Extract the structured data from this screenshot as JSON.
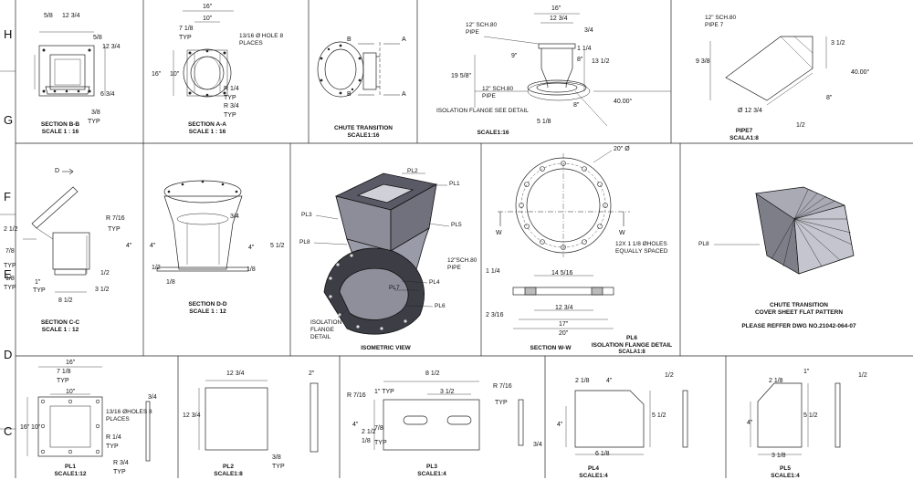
{
  "zones": [
    "H",
    "G",
    "F",
    "E",
    "D",
    "C"
  ],
  "views": {
    "section_bb": {
      "title": "SECTION B-B",
      "scale": "SCALE 1 : 16",
      "dims": [
        "5/8",
        "12 3/4",
        "5/8",
        "12 3/4",
        "6 3/4",
        "3/8",
        "TYP"
      ]
    },
    "section_aa": {
      "title": "SECTION A-A",
      "scale": "SCALE 1 : 16",
      "dims": [
        "16\"",
        "10\"",
        "7 1/8",
        "TYP",
        "16\"",
        "10\"",
        "R 1/4",
        "TYP",
        "R 3/4",
        "TYP"
      ],
      "note": "13/16 Ø HOLE 8 PLACES"
    },
    "chute_transition": {
      "title": "CHUTE TRANSITION",
      "scale": "SCALE1:16",
      "marks": [
        "B",
        "A",
        "B",
        "A"
      ]
    },
    "main_section": {
      "scale": "SCALE1:16",
      "dims": [
        "16\"",
        "12 3/4",
        "3/4",
        "9\"",
        "1 1/4",
        "8\"",
        "13 1/2",
        "19 5/8\"",
        "40.00°",
        "8\"",
        "5 1/8"
      ],
      "notes": [
        "12\" SCH.80 PIPE",
        "12\" SCH.80 PIPE",
        "ISOLATION FLANGE SEE DETAIL"
      ]
    },
    "pipe7": {
      "title": "PIPE7",
      "scale": "SCALA1:8",
      "dims": [
        "9 3/8",
        "3 1/2",
        "40.00°",
        "8\"",
        "Ø 12 3/4",
        "1/2"
      ],
      "note": "12\" SCH.80 PIPE 7"
    },
    "section_cc": {
      "title": "SECTION C-C",
      "scale": "SCALE 1 : 12",
      "dims": [
        "2 1/2",
        "7/8",
        "TYP",
        "R 7/16",
        "TYP",
        "4\"",
        "1\"",
        "TYP",
        "1/2",
        "8 1/2",
        "3 1/2",
        "1/8",
        "TYP"
      ],
      "marks": [
        "D"
      ]
    },
    "section_dd": {
      "title": "SECTION D-D",
      "scale": "SCALE 1 : 12",
      "dims": [
        "4\"",
        "3/4",
        "4\"",
        "5 1/2",
        "1/8",
        "1/2",
        "1/8"
      ]
    },
    "isometric": {
      "title": "ISOMETRIC VIEW",
      "parts": [
        "PL2",
        "PL1",
        "PL3",
        "PL5",
        "PL8",
        "12\"SCH.80 PIPE",
        "PL4",
        "PL7",
        "PL6"
      ],
      "note": "ISOLATION FLANGE DETAIL"
    },
    "pl6": {
      "title": "PL6",
      "subtitle": "ISOLATION FLANGE DETAIL",
      "scale": "SCALA1:8",
      "section": "SECTION W-W",
      "dims": [
        "20\" Ø",
        "1 1/4",
        "14 5/16",
        "2 3/16",
        "12 3/4",
        "17\"",
        "20\""
      ],
      "note": "12X 1 1/8 ØHOLES EQUALLY SPACED",
      "marks": [
        "W",
        "W"
      ]
    },
    "flat_pattern": {
      "title": "CHUTE TRANSITION",
      "subtitle": "COVER SHEET FLAT PATTERN",
      "label": "PL8",
      "ref": "PLEASE REFFER DWG NO.21042-064-07"
    },
    "pl1": {
      "title": "PL1",
      "scale": "SCALE1:12",
      "dims": [
        "16\"",
        "7 1/8",
        "TYP",
        "10\"",
        "16\"",
        "10\"",
        "3/4",
        "R 1/4",
        "TYP",
        "R 3/4",
        "TYP"
      ],
      "note": "13/16 ØHOLES 8 PLACES"
    },
    "pl2": {
      "title": "PL2",
      "scale": "SCALE1:8",
      "dims": [
        "12 3/4",
        "12 3/4",
        "2\"",
        "3/8",
        "TYP"
      ]
    },
    "pl3": {
      "title": "PL3",
      "scale": "SCALE1:4",
      "dims": [
        "8 1/2",
        "R 7/16",
        "1\" TYP",
        "3 1/2",
        "R 7/16",
        "TYP",
        "4\"",
        "2 1/2",
        "7/8",
        "1/8",
        "TYP",
        "3/4"
      ]
    },
    "pl4": {
      "title": "PL4",
      "scale": "SCALE1:4",
      "dims": [
        "2 1/8",
        "4\"",
        "1/2",
        "4\"",
        "5 1/2",
        "6 1/8"
      ]
    },
    "pl5": {
      "title": "PL5",
      "scale": "SCALE1:4",
      "dims": [
        "2 1/8",
        "1\"",
        "1/2",
        "4\"",
        "5 1/2",
        "3 1/8"
      ]
    }
  }
}
